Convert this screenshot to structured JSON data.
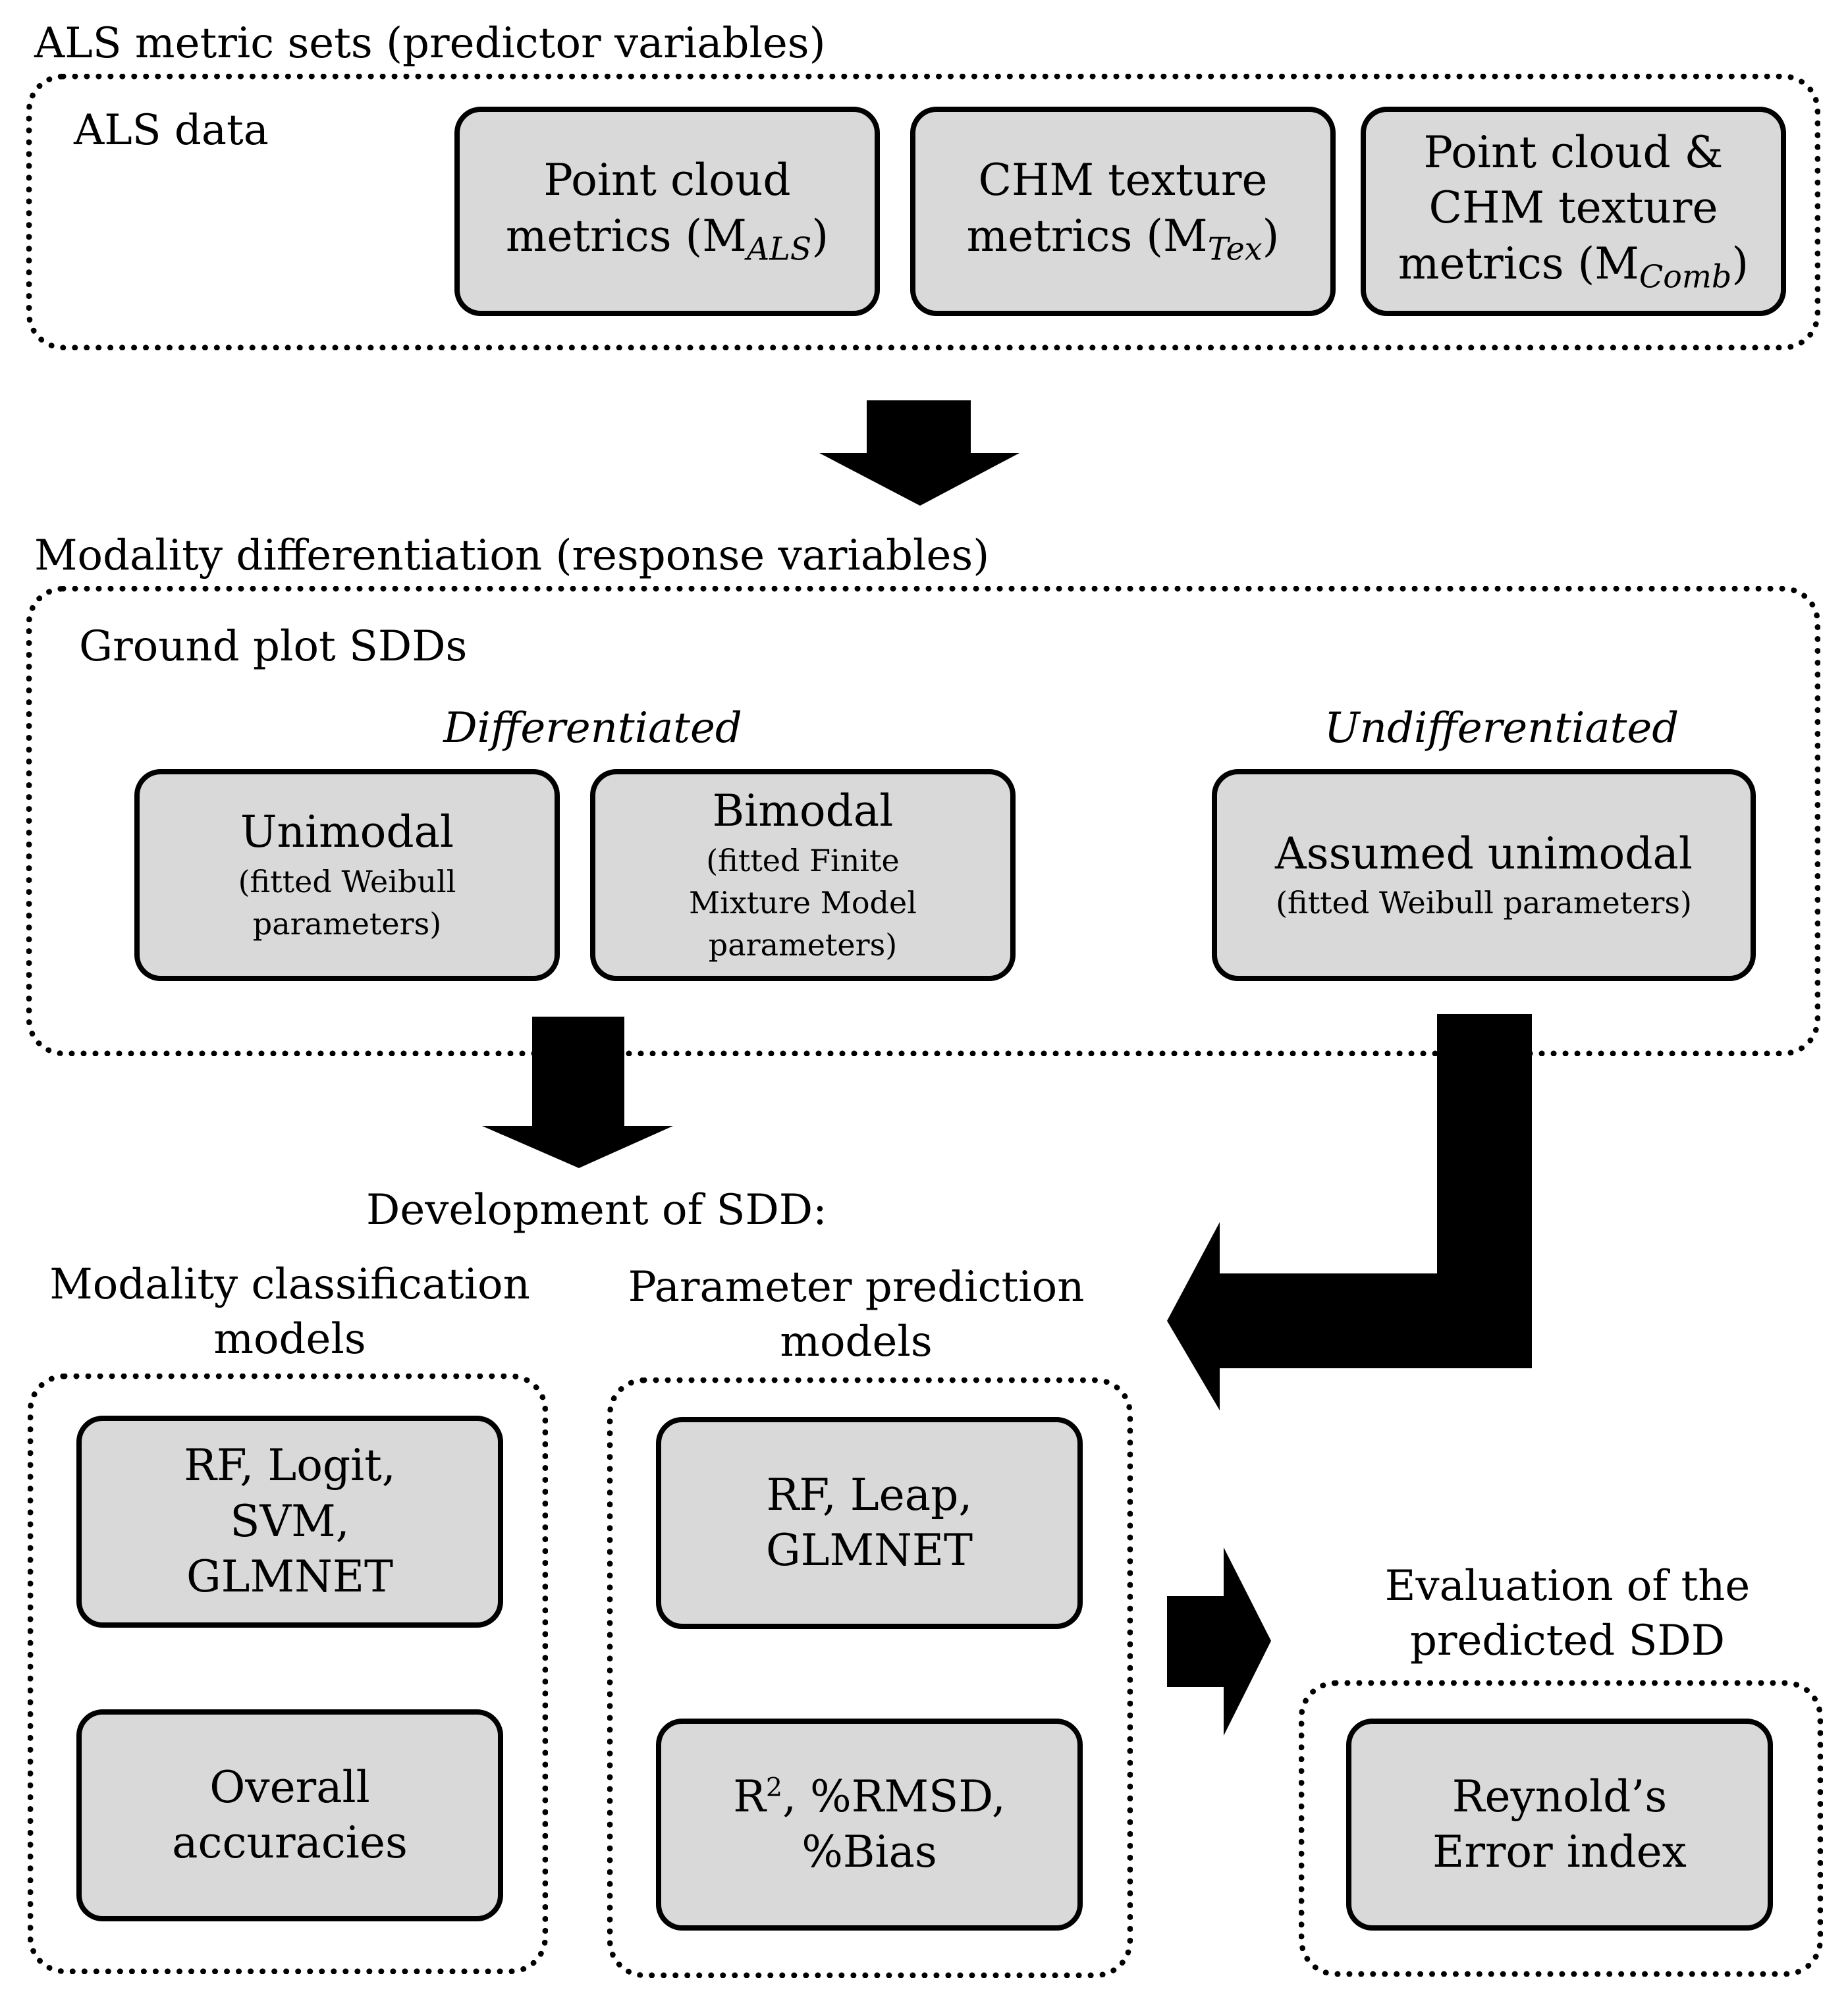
{
  "section1": {
    "title": "ALS metric sets (predictor variables)",
    "group_label": "ALS data",
    "boxes": {
      "point_cloud": {
        "line1": "Point cloud",
        "line2": "metrics (M",
        "sub": "ALS",
        "close": ")"
      },
      "chm_texture": {
        "line1": "CHM texture",
        "line2": "metrics (M",
        "sub": "Tex",
        "close": ")"
      },
      "combined": {
        "line1": "Point cloud &",
        "line2": "CHM texture",
        "line3": "metrics (M",
        "sub": "Comb",
        "close": ")"
      }
    }
  },
  "section2": {
    "title": "Modality differentiation (response variables)",
    "group_label": "Ground plot SDDs",
    "differentiated_label": "Differentiated",
    "undifferentiated_label": "Undifferentiated",
    "unimodal": {
      "title": "Unimodal",
      "line1": "(fitted Weibull",
      "line2": "parameters)"
    },
    "bimodal": {
      "title": "Bimodal",
      "line1": "(fitted Finite",
      "line2": "Mixture Model",
      "line3": "parameters)"
    },
    "assumed": {
      "title": "Assumed unimodal",
      "line1": "(fitted Weibull parameters)"
    }
  },
  "section3": {
    "title": "Development of SDD:",
    "classification": {
      "heading_line1": "Modality classification",
      "heading_line2": "models",
      "box1": {
        "line1": "RF, Logit,",
        "line2": "SVM,",
        "line3": "GLMNET"
      },
      "box2": {
        "line1": "Overall",
        "line2": "accuracies"
      }
    },
    "prediction": {
      "heading_line1": "Parameter prediction",
      "heading_line2": "models",
      "box1": {
        "line1": "RF, Leap,",
        "line2": "GLMNET"
      },
      "box2": {
        "r": "R",
        "sup": "2",
        "rest": ", %RMSD,",
        "line2": "%Bias"
      }
    },
    "evaluation": {
      "heading_line1": "Evaluation of the",
      "heading_line2": "predicted SDD",
      "box": {
        "line1": "Reynold’s",
        "line2": "Error index"
      }
    }
  }
}
